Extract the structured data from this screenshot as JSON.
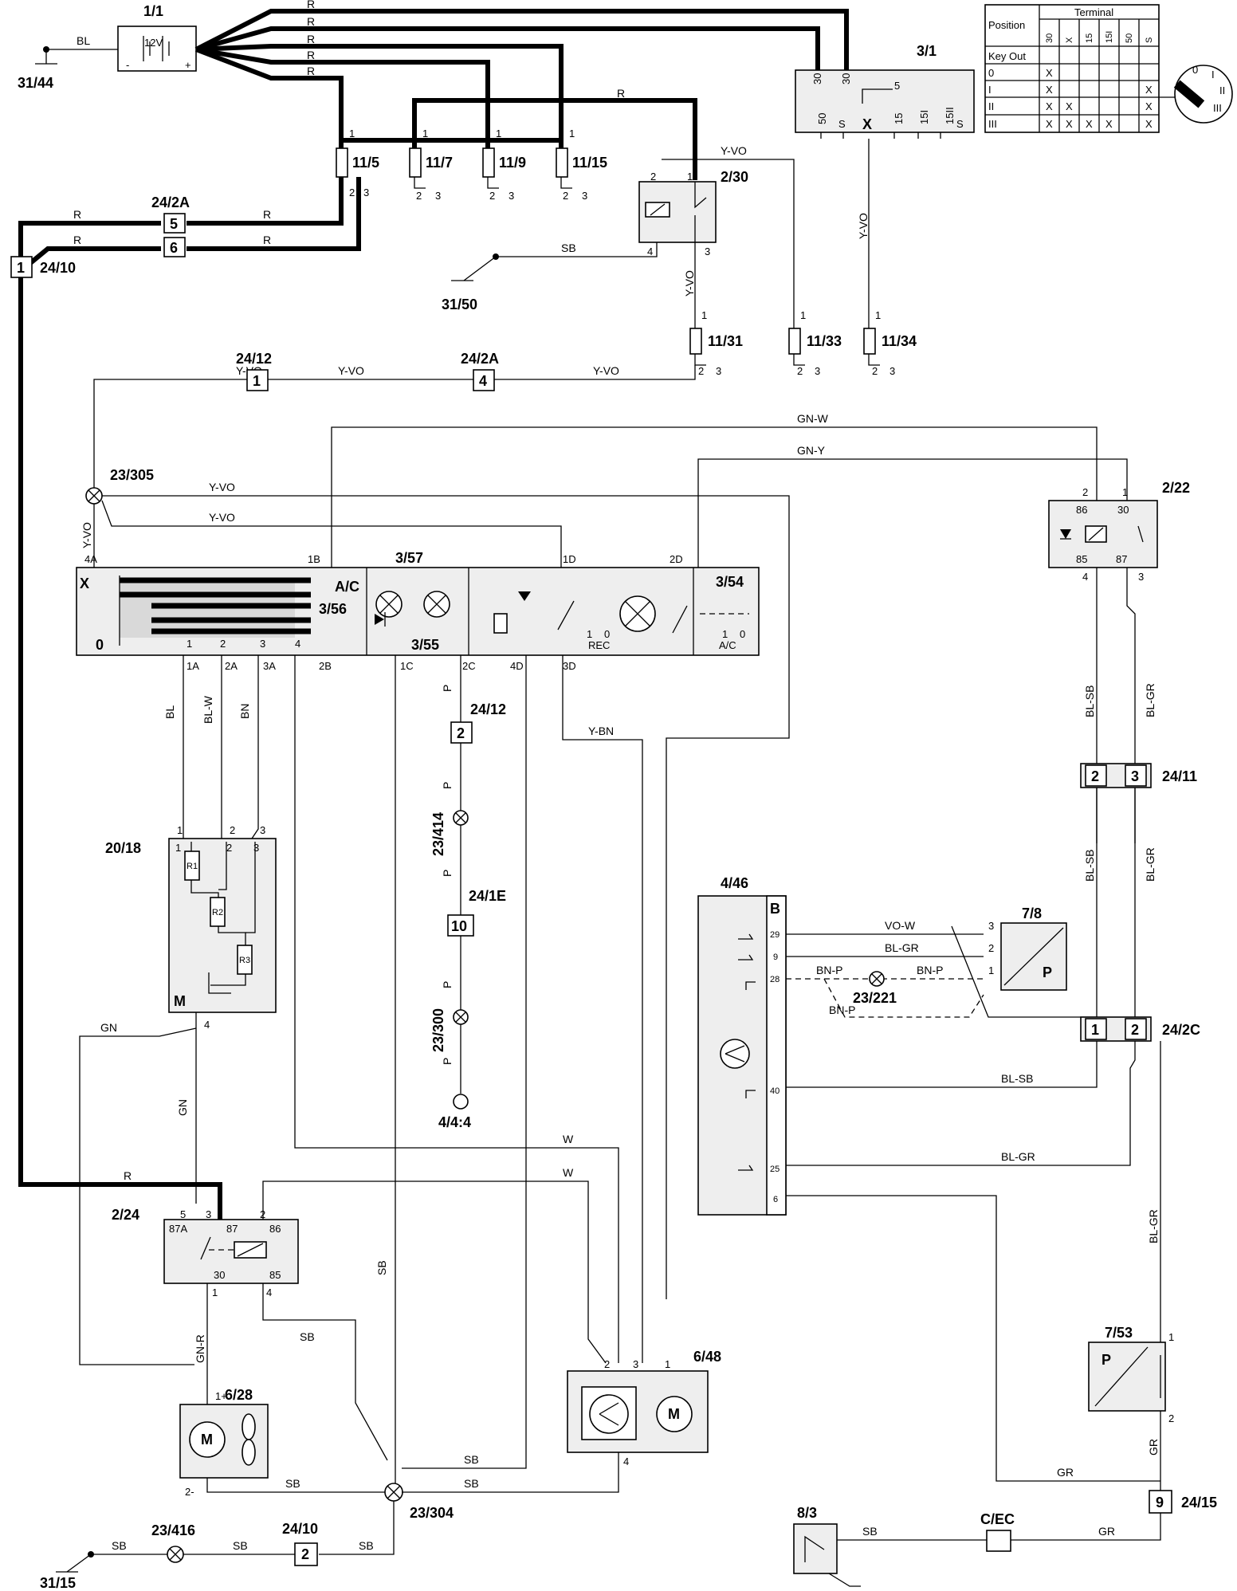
{
  "wires": {
    "battery_ground": "BL",
    "power": "R",
    "ignition_feed": "Y-VO",
    "ground": "SB",
    "relay_coil_gn_w": "GN-W",
    "relay_coil_gn_y": "GN-Y",
    "blue": "BL",
    "blue_white": "BL-W",
    "brown": "BN",
    "pink": "P",
    "yellow_brown": "Y-BN",
    "green": "GN",
    "green_red": "GN-R",
    "white": "W",
    "blue_black": "BL-SB",
    "blue_grey": "BL-GR",
    "violet_white": "VO-W",
    "brown_pink": "BN-P",
    "grey": "GR"
  },
  "components": {
    "battery": {
      "id": "1/1",
      "voltage": "12V",
      "minus": "-",
      "plus": "+"
    },
    "ground_3144": "31/44",
    "ignition_switch": {
      "id": "3/1",
      "t30a": "30",
      "t30b": "30",
      "t50": "50",
      "ts1": "S",
      "tx": "X",
      "t15": "15",
      "t15i": "15I",
      "t15ii": "15II",
      "ts2": "S",
      "t5": "5"
    },
    "fuses": [
      {
        "id": "11/5",
        "p1": "1",
        "p2": "2",
        "p3": "3"
      },
      {
        "id": "11/7",
        "p1": "1",
        "p2": "2",
        "p3": "3"
      },
      {
        "id": "11/9",
        "p1": "1",
        "p2": "2",
        "p3": "3"
      },
      {
        "id": "11/15",
        "p1": "1",
        "p2": "2",
        "p3": "3"
      },
      {
        "id": "11/31",
        "p1": "1",
        "p2": "2",
        "p3": "3"
      },
      {
        "id": "11/33",
        "p1": "1",
        "p2": "2",
        "p3": "3"
      },
      {
        "id": "11/34",
        "p1": "1",
        "p2": "2",
        "p3": "3"
      }
    ],
    "connector_242a_top": {
      "id": "24/2A",
      "pin_a": "5",
      "pin_b": "6"
    },
    "connector_2410_top": {
      "id": "24/10",
      "pin": "1"
    },
    "relay_230": {
      "id": "2/30",
      "p1": "1",
      "p2": "2",
      "p3": "3",
      "p4": "4"
    },
    "ground_3150": "31/50",
    "connector_2412_top": {
      "id": "24/12",
      "pin": "1"
    },
    "connector_242a_mid": {
      "id": "24/2A",
      "pin": "4"
    },
    "splice_23305": "23/305",
    "relay_222": {
      "id": "2/22",
      "t86": "86",
      "t30": "30",
      "t85": "85",
      "t87": "87",
      "p1": "1",
      "p2": "2",
      "p3": "3",
      "p4": "4"
    },
    "control_panel": {
      "fan_switch": "3/56",
      "lamps": "3/57",
      "diode": "3/55",
      "ac_switch": "3/54",
      "x": "X",
      "zero": "0",
      "ac": "A/C",
      "ac2": "A/C",
      "rec": "REC",
      "one": "1",
      "zero2": "0",
      "one2": "1",
      "zero3": "0",
      "t4a": "4A",
      "t1b": "1B",
      "t1d": "1D",
      "t2d": "2D",
      "t1a": "1A",
      "t2a": "2A",
      "t3a": "3A",
      "t2b": "2B",
      "t1c": "1C",
      "t2c": "2C",
      "t4d": "4D",
      "t3d": "3D",
      "n1": "1",
      "n2": "2",
      "n3": "3",
      "n4": "4"
    },
    "connector_2412_mid": {
      "id": "24/12",
      "pin": "2"
    },
    "splice_23414": "23/414",
    "connector_241e": {
      "id": "24/1E",
      "pin": "10"
    },
    "splice_23300": "23/300",
    "ground_444": "4/4:4",
    "resistor_pack": {
      "id": "20/18",
      "r1": "R1",
      "r2": "R2",
      "r3": "R3",
      "m": "M",
      "p1": "1",
      "p2": "2",
      "p3": "3",
      "p4": "4",
      "i1": "1",
      "i2": "2",
      "i3": "3"
    },
    "connector_2411": {
      "id": "24/11",
      "pin_a": "2",
      "pin_b": "3"
    },
    "ecu": {
      "id": "4/46",
      "b": "B",
      "p29": "29",
      "p9": "9",
      "p28": "28",
      "p40": "40",
      "p25": "25",
      "p6": "6"
    },
    "pressure_sensor_78": {
      "id": "7/8",
      "p": "P",
      "p1": "1",
      "p2": "2",
      "p3": "3"
    },
    "splice_23221": "23/221",
    "connector_242c": {
      "id": "24/2C",
      "pin_a": "1",
      "pin_b": "2"
    },
    "relay_224": {
      "id": "2/24",
      "t87a": "87A",
      "t87": "87",
      "t86": "86",
      "t30": "30",
      "t85": "85",
      "p1": "1",
      "p2": "2",
      "p3": "3",
      "p4": "4",
      "p5": "5"
    },
    "fan_motor": {
      "id": "6/28",
      "m": "M",
      "plus": "1+",
      "minus": "2-"
    },
    "ac_compressor": {
      "id": "6/48",
      "m": "M",
      "p1": "1",
      "p2": "2",
      "p3": "3",
      "p4": "4"
    },
    "pressure_switch_753": {
      "id": "7/53",
      "p": "P",
      "p1": "1",
      "p2": "2"
    },
    "splice_23304": "23/304",
    "splice_23416": "23/416",
    "connector_2410_bot": {
      "id": "24/10",
      "pin": "2"
    },
    "ground_3115": "31/15",
    "connector_2415": {
      "id": "24/15",
      "pin": "9"
    },
    "component_83": "8/3",
    "component_cec": "C/EC"
  },
  "switch_table": {
    "position_header": "Position",
    "terminal_header": "Terminal",
    "columns": [
      "30",
      "X",
      "15",
      "15I",
      "50",
      "S"
    ],
    "rows": [
      {
        "pos": "Key Out",
        "marks": [
          "",
          "",
          "",
          "",
          "",
          ""
        ]
      },
      {
        "pos": "0",
        "marks": [
          "X",
          "",
          "",
          "",
          "",
          ""
        ]
      },
      {
        "pos": "I",
        "marks": [
          "X",
          "",
          "",
          "",
          "",
          "X"
        ]
      },
      {
        "pos": "II",
        "marks": [
          "X",
          "X",
          "",
          "",
          "",
          "X"
        ]
      },
      {
        "pos": "III",
        "marks": [
          "X",
          "X",
          "X",
          "X",
          "",
          "X"
        ]
      }
    ],
    "key_positions": [
      "0",
      "I",
      "II",
      "III"
    ]
  }
}
